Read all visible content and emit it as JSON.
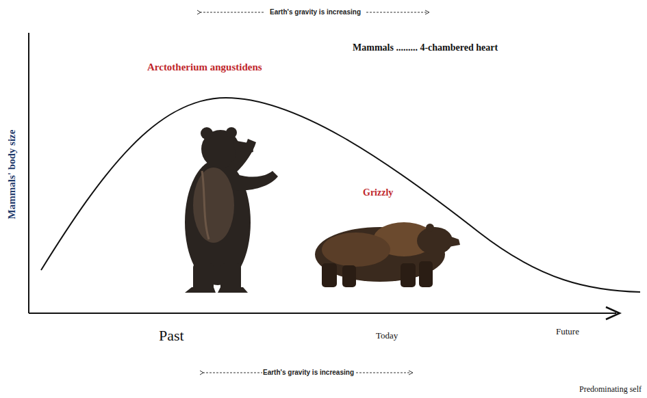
{
  "diagram": {
    "labels": [
      "Earth's gravity is increasing",
      "Mammals ......... 4-chambered heart",
      "Arctotherium  angustidens",
      "Grizzly",
      "Mammals' body size",
      "Past",
      "Today",
      "Future",
      "Earth's gravity is increasing",
      "Predominating self"
    ]
  }
}
